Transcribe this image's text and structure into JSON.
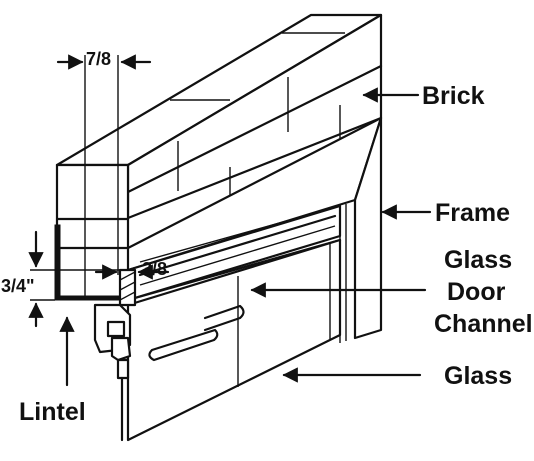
{
  "labels": {
    "brick": "Brick",
    "frame": "Frame",
    "glass_door_channel_line1": "Glass",
    "glass_door_channel_line2": "Door",
    "glass_door_channel_line3": "Channel",
    "glass": "Glass",
    "lintel": "Lintel"
  },
  "dimensions": {
    "top_width": "7/8",
    "channel_gap": "3/8",
    "lintel_height": "3/4\""
  }
}
